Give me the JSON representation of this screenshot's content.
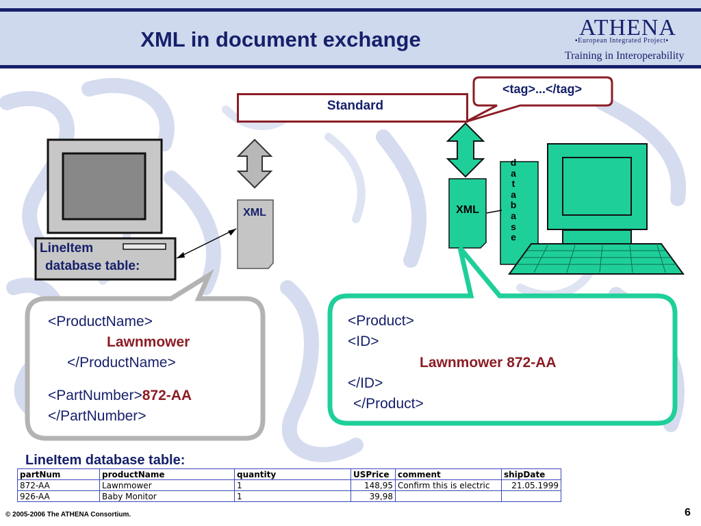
{
  "slide": {
    "title": "XML in document exchange",
    "page_number": "6",
    "footer": "© 2005-2006 The ATHENA Consortium."
  },
  "logo": {
    "name": "ATHENA",
    "subtitle": "▪European Integrated Project▪",
    "tagline": "Training in Interoperability"
  },
  "diagram": {
    "standard_label": "Standard",
    "tag_label": "<tag>...</tag>",
    "xml_left": "XML",
    "xml_right": "XML",
    "database_letters": [
      "d",
      "a",
      "t",
      "a",
      "b",
      "a",
      "s",
      "e"
    ],
    "lineitem_line1": "LineItem",
    "lineitem_line2": "database table:"
  },
  "left_bubble": {
    "l1": "<ProductName>",
    "l2": "Lawnmower",
    "l3": "</ProductName>",
    "l4a": "<PartNumber>",
    "l4b": "872-AA",
    "l5": "</PartNumber>"
  },
  "right_bubble": {
    "l1": "<Product>",
    "l2": "<ID>",
    "l3": "Lawnmower 872-AA",
    "l4": "</ID>",
    "l5": "</Product>"
  },
  "table": {
    "caption": "LineItem database table:",
    "headers": [
      "partNum",
      "productName",
      "quantity",
      "USPrice",
      "comment",
      "shipDate"
    ],
    "rows": [
      [
        "872-AA",
        "Lawnmower",
        "1",
        "148,95",
        "Confirm this is electric",
        "21.05.1999"
      ],
      [
        "926-AA",
        "Baby Monitor",
        "1",
        "39,98",
        "",
        ""
      ]
    ]
  },
  "colors": {
    "navy": "#16206a",
    "maroon": "#8b1d25",
    "teal": "#1fcf9a",
    "gray": "#b8b8b8"
  }
}
